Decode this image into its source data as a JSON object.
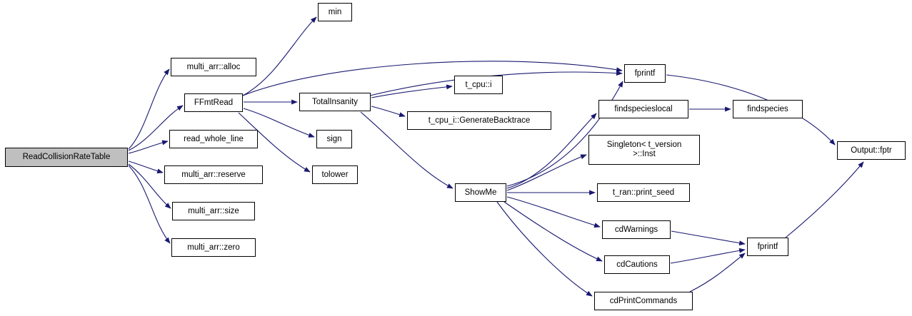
{
  "diagram": {
    "type": "call-graph",
    "root": "ReadCollisionRateTable",
    "colors": {
      "edge": "#191970",
      "node_border": "#000000",
      "node_fill": "#ffffff",
      "root_fill": "#bfbfbf"
    },
    "nodes": [
      {
        "id": "ReadCollisionRateTable",
        "label": "ReadCollisionRateTable"
      },
      {
        "id": "multi_arr_alloc",
        "label": "multi_arr::alloc"
      },
      {
        "id": "FFmtRead",
        "label": "FFmtRead"
      },
      {
        "id": "read_whole_line",
        "label": "read_whole_line"
      },
      {
        "id": "multi_arr_reserve",
        "label": "multi_arr::reserve"
      },
      {
        "id": "multi_arr_size",
        "label": "multi_arr::size"
      },
      {
        "id": "multi_arr_zero",
        "label": "multi_arr::zero"
      },
      {
        "id": "min",
        "label": "min"
      },
      {
        "id": "TotalInsanity",
        "label": "TotalInsanity"
      },
      {
        "id": "sign",
        "label": "sign"
      },
      {
        "id": "tolower",
        "label": "tolower"
      },
      {
        "id": "t_cpu_i",
        "label": "t_cpu::i"
      },
      {
        "id": "t_cpu_i_GenerateBacktrace",
        "label": "t_cpu_i::GenerateBacktrace"
      },
      {
        "id": "ShowMe",
        "label": "ShowMe"
      },
      {
        "id": "fprintf_top",
        "label": "fprintf"
      },
      {
        "id": "findspecieslocal",
        "label": "findspecieslocal"
      },
      {
        "id": "Singleton_Inst",
        "label": "Singleton< t_version\n>::Inst"
      },
      {
        "id": "t_ran_print_seed",
        "label": "t_ran::print_seed"
      },
      {
        "id": "cdWarnings",
        "label": "cdWarnings"
      },
      {
        "id": "cdCautions",
        "label": "cdCautions"
      },
      {
        "id": "cdPrintCommands",
        "label": "cdPrintCommands"
      },
      {
        "id": "findspecies",
        "label": "findspecies"
      },
      {
        "id": "fprintf_bottom",
        "label": "fprintf"
      },
      {
        "id": "Output_fptr",
        "label": "Output::fptr"
      }
    ],
    "edges": [
      [
        "ReadCollisionRateTable",
        "multi_arr_alloc"
      ],
      [
        "ReadCollisionRateTable",
        "FFmtRead"
      ],
      [
        "ReadCollisionRateTable",
        "read_whole_line"
      ],
      [
        "ReadCollisionRateTable",
        "multi_arr_reserve"
      ],
      [
        "ReadCollisionRateTable",
        "multi_arr_size"
      ],
      [
        "ReadCollisionRateTable",
        "multi_arr_zero"
      ],
      [
        "FFmtRead",
        "min"
      ],
      [
        "FFmtRead",
        "TotalInsanity"
      ],
      [
        "FFmtRead",
        "sign"
      ],
      [
        "FFmtRead",
        "tolower"
      ],
      [
        "FFmtRead",
        "fprintf_top"
      ],
      [
        "TotalInsanity",
        "t_cpu_i"
      ],
      [
        "TotalInsanity",
        "t_cpu_i_GenerateBacktrace"
      ],
      [
        "TotalInsanity",
        "ShowMe"
      ],
      [
        "TotalInsanity",
        "fprintf_top"
      ],
      [
        "ShowMe",
        "fprintf_top"
      ],
      [
        "ShowMe",
        "findspecieslocal"
      ],
      [
        "ShowMe",
        "Singleton_Inst"
      ],
      [
        "ShowMe",
        "t_ran_print_seed"
      ],
      [
        "ShowMe",
        "cdWarnings"
      ],
      [
        "ShowMe",
        "cdCautions"
      ],
      [
        "ShowMe",
        "cdPrintCommands"
      ],
      [
        "findspecieslocal",
        "findspecies"
      ],
      [
        "fprintf_top",
        "Output_fptr"
      ],
      [
        "cdWarnings",
        "fprintf_bottom"
      ],
      [
        "cdCautions",
        "fprintf_bottom"
      ],
      [
        "cdPrintCommands",
        "fprintf_bottom"
      ],
      [
        "fprintf_bottom",
        "Output_fptr"
      ]
    ]
  }
}
